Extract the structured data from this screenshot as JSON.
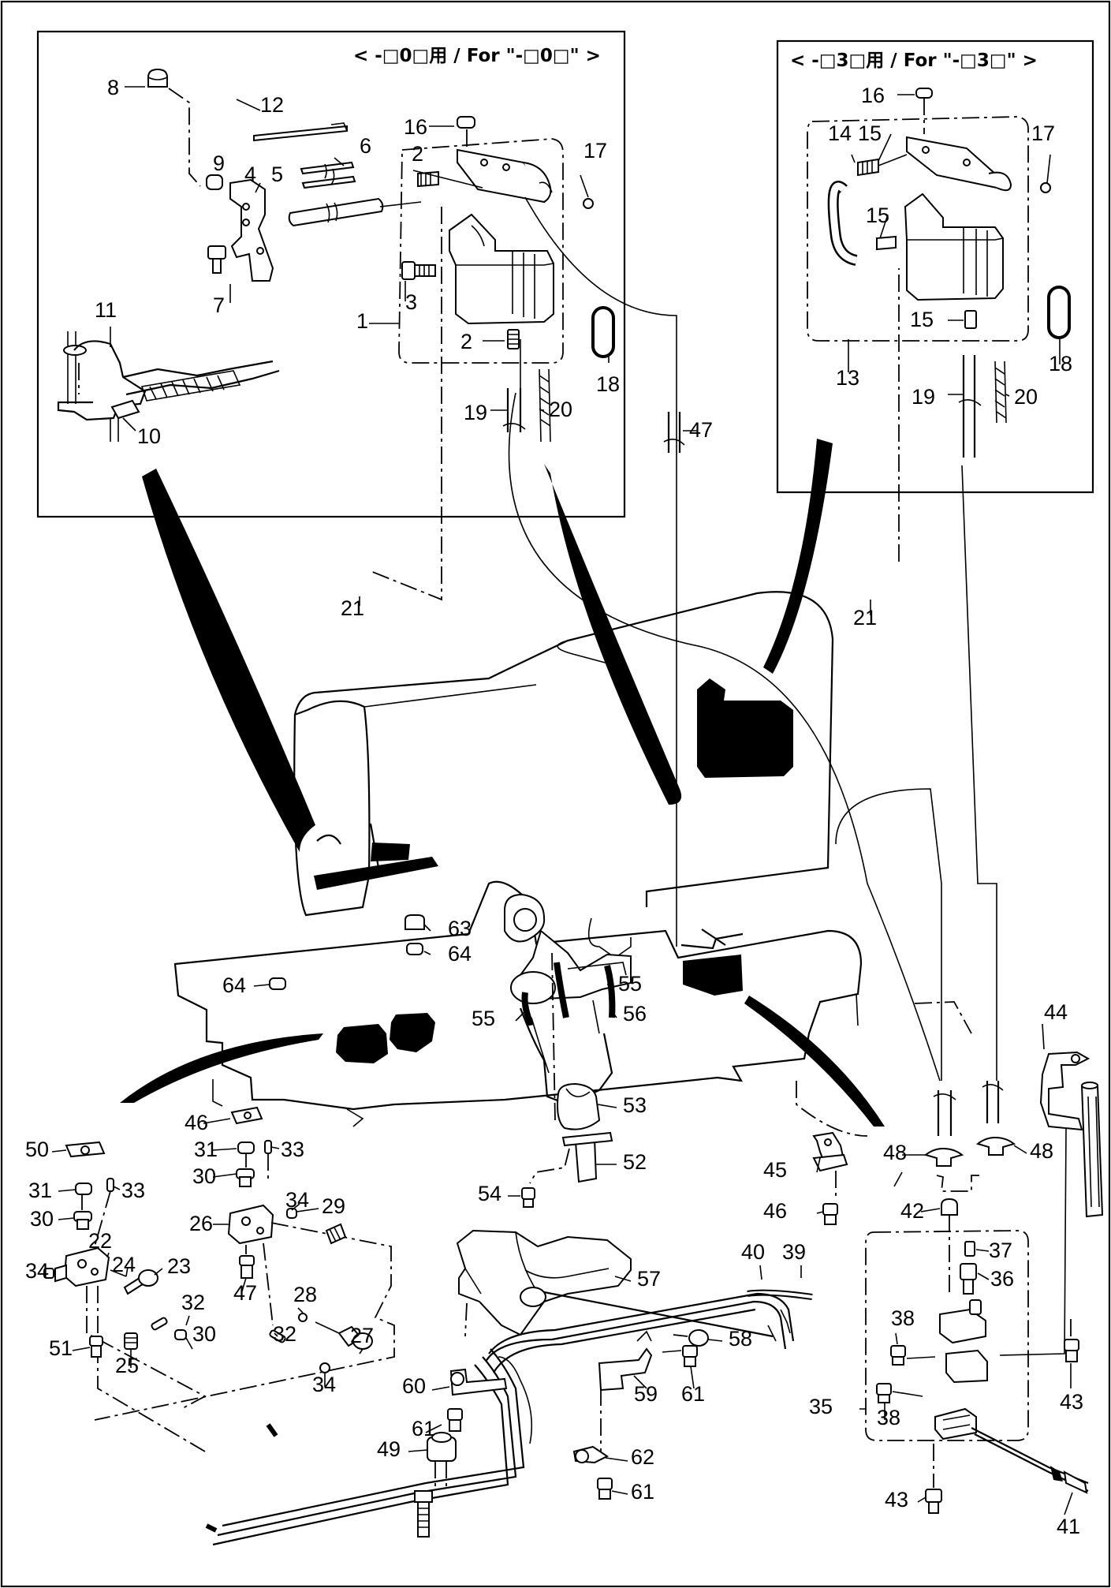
{
  "inset_left": {
    "caption": "< -□0□用 / For \"-□0□\" >"
  },
  "inset_right": {
    "caption": "< -□3□用 / For \"-□3□\" >"
  },
  "callouts": [
    {
      "n": "8"
    },
    {
      "n": "12"
    },
    {
      "n": "16"
    },
    {
      "n": "9"
    },
    {
      "n": "4"
    },
    {
      "n": "2"
    },
    {
      "n": "17"
    },
    {
      "n": "6"
    },
    {
      "n": "5"
    },
    {
      "n": "7"
    },
    {
      "n": "3"
    },
    {
      "n": "1"
    },
    {
      "n": "2"
    },
    {
      "n": "18"
    },
    {
      "n": "11"
    },
    {
      "n": "10"
    },
    {
      "n": "19"
    },
    {
      "n": "20"
    },
    {
      "n": "47"
    },
    {
      "n": "16"
    },
    {
      "n": "14"
    },
    {
      "n": "15"
    },
    {
      "n": "17"
    },
    {
      "n": "15"
    },
    {
      "n": "15"
    },
    {
      "n": "13"
    },
    {
      "n": "18"
    },
    {
      "n": "19"
    },
    {
      "n": "20"
    },
    {
      "n": "21"
    },
    {
      "n": "21"
    },
    {
      "n": "63"
    },
    {
      "n": "64"
    },
    {
      "n": "64"
    },
    {
      "n": "55"
    },
    {
      "n": "55"
    },
    {
      "n": "56"
    },
    {
      "n": "53"
    },
    {
      "n": "52"
    },
    {
      "n": "54"
    },
    {
      "n": "46"
    },
    {
      "n": "44"
    },
    {
      "n": "48"
    },
    {
      "n": "48"
    },
    {
      "n": "45"
    },
    {
      "n": "46"
    },
    {
      "n": "42"
    },
    {
      "n": "37"
    },
    {
      "n": "36"
    },
    {
      "n": "43"
    },
    {
      "n": "38"
    },
    {
      "n": "38"
    },
    {
      "n": "35"
    },
    {
      "n": "43"
    },
    {
      "n": "41"
    },
    {
      "n": "50"
    },
    {
      "n": "31"
    },
    {
      "n": "33"
    },
    {
      "n": "31"
    },
    {
      "n": "33"
    },
    {
      "n": "30"
    },
    {
      "n": "30"
    },
    {
      "n": "34"
    },
    {
      "n": "26"
    },
    {
      "n": "29"
    },
    {
      "n": "22"
    },
    {
      "n": "34"
    },
    {
      "n": "24"
    },
    {
      "n": "23"
    },
    {
      "n": "28"
    },
    {
      "n": "47"
    },
    {
      "n": "32"
    },
    {
      "n": "30"
    },
    {
      "n": "32"
    },
    {
      "n": "27"
    },
    {
      "n": "34"
    },
    {
      "n": "51"
    },
    {
      "n": "25"
    },
    {
      "n": "57"
    },
    {
      "n": "40"
    },
    {
      "n": "39"
    },
    {
      "n": "58"
    },
    {
      "n": "60"
    },
    {
      "n": "59"
    },
    {
      "n": "61"
    },
    {
      "n": "61"
    },
    {
      "n": "49"
    },
    {
      "n": "62"
    },
    {
      "n": "61"
    }
  ]
}
